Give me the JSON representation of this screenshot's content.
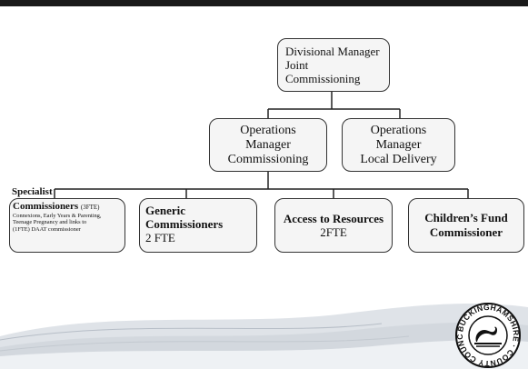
{
  "nodes": {
    "divisional": {
      "lines": [
        "Divisional Manager",
        "Joint",
        "Commissioning"
      ]
    },
    "ops_commissioning": {
      "lines": [
        "Operations",
        "Manager",
        "Commissioning"
      ]
    },
    "ops_local": {
      "lines": [
        "Operations",
        "Manager",
        "Local Delivery"
      ]
    },
    "specialist": {
      "heading": "Specialist",
      "title": "Commissioners",
      "title_suffix": "(3FTE)",
      "details": [
        "Connexions, Early Years & Parenting,",
        "Teenage Pregnancy and links to",
        "(1FTE) DAAT commissioner"
      ]
    },
    "generic": {
      "lines": [
        "Generic",
        "Commissioners"
      ],
      "fte": "2 FTE"
    },
    "access": {
      "title": "Access to Resources",
      "fte": "2FTE"
    },
    "childrens": {
      "lines": [
        "Children’s Fund",
        "Commissioner"
      ]
    }
  },
  "logo": {
    "text": "BUCKINGHAMSHIRE COUNTY COUNCIL"
  },
  "colors": {
    "footer_wave": "#dfe3e8",
    "footer_accent": "#c9cfd6",
    "box_fill": "#f5f5f5",
    "line": "#222222"
  }
}
